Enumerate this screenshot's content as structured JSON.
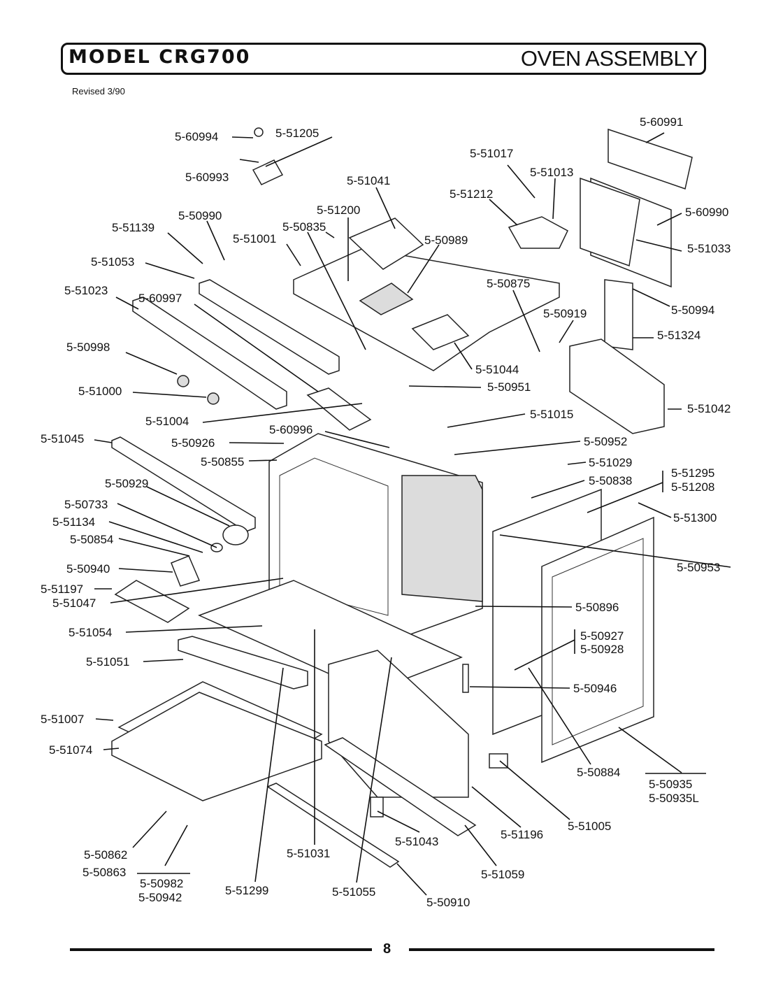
{
  "header": {
    "model": "MODEL CRG700",
    "section": "OVEN ASSEMBLY",
    "revised": "Revised 3/90"
  },
  "page_number": "8",
  "callouts": {
    "p60994": "5-60994",
    "p51205": "5-51205",
    "p60993": "5-60993",
    "p60991": "5-60991",
    "p51017": "5-51017",
    "p51013": "5-51013",
    "p51041": "5-51041",
    "p51212": "5-51212",
    "p60990": "5-60990",
    "p51200": "5-51200",
    "p50990": "5-50990",
    "p51139": "5-51139",
    "p50835": "5-50835",
    "p51001": "5-51001",
    "p50989": "5-50989",
    "p51033": "5-51033",
    "p51053": "5-51053",
    "p50875": "5-50875",
    "p50994": "5-50994",
    "p51023": "5-51023",
    "p60997": "5-60997",
    "p50919": "5-50919",
    "p50998": "5-50998",
    "p51324": "5-51324",
    "p51044": "5-51044",
    "p50951": "5-50951",
    "p51000": "5-51000",
    "p51042": "5-51042",
    "p51015": "5-51015",
    "p51004": "5-51004",
    "p60996": "5-60996",
    "p51045": "5-51045",
    "p50926": "5-50926",
    "p50952": "5-50952",
    "p50855": "5-50855",
    "p51029": "5-51029",
    "p51295": "5-51295",
    "p51208": "5-51208",
    "p50929": "5-50929",
    "p50838": "5-50838",
    "p51300": "5-51300",
    "p50733": "5-50733",
    "p51134": "5-51134",
    "p50854": "5-50854",
    "p50953": "5-50953",
    "p50940": "5-50940",
    "p51197": "5-51197",
    "p51047": "5-51047",
    "p50896": "5-50896",
    "p51054": "5-51054",
    "p50927": "5-50927",
    "p50928": "5-50928",
    "p51051": "5-51051",
    "p50946": "5-50946",
    "p51007": "5-51007",
    "p51074": "5-51074",
    "p50884": "5-50884",
    "p50935": "5-50935",
    "p50935L": "5-50935L",
    "p51005": "5-51005",
    "p51196": "5-51196",
    "p51043": "5-51043",
    "p50862": "5-50862",
    "p50863": "5-50863",
    "p51031": "5-51031",
    "p51059": "5-51059",
    "p50982": "5-50982",
    "p50942": "5-50942",
    "p51299": "5-51299",
    "p51055": "5-51055",
    "p50910": "5-50910"
  }
}
